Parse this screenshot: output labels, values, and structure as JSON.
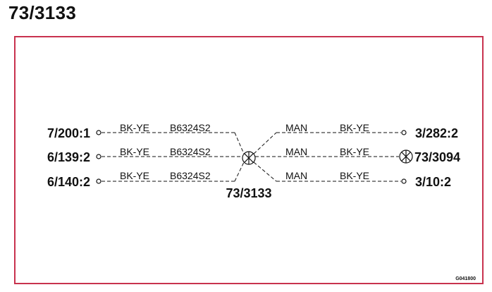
{
  "page": {
    "title": "73/3133"
  },
  "diagram": {
    "splice_label": "73/3133",
    "figure_code": "G041800",
    "left_terminals": [
      {
        "label": "7/200:1",
        "color": "BK-YE",
        "code": "B6324S2"
      },
      {
        "label": "6/139:2",
        "color": "BK-YE",
        "code": "B6324S2"
      },
      {
        "label": "6/140:2",
        "color": "BK-YE",
        "code": "B6324S2"
      }
    ],
    "right_terminals": [
      {
        "label": "3/282:2",
        "group": "MAN",
        "color": "BK-YE",
        "end": "open-circle-icon"
      },
      {
        "label": "73/3094",
        "group": "MAN",
        "color": "BK-YE",
        "end": "splice-icon"
      },
      {
        "label": "3/10:2",
        "group": "MAN",
        "color": "BK-YE",
        "end": "open-circle-icon"
      }
    ],
    "colors": {
      "frame": "#c8324e",
      "ink": "#111111"
    }
  }
}
